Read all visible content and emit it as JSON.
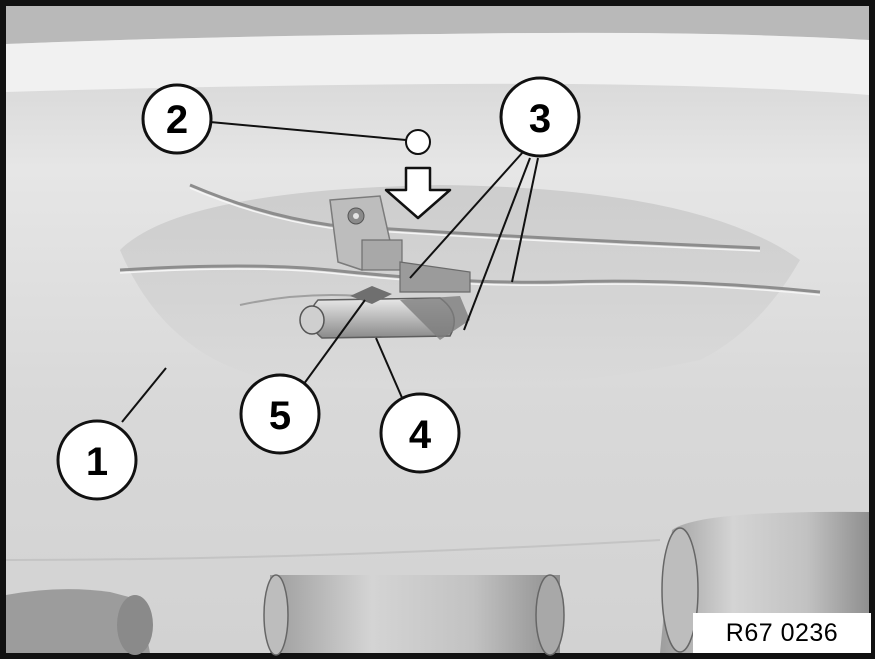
{
  "figure": {
    "reference_code": "R67 0236",
    "callouts": [
      {
        "id": "1",
        "label": "1"
      },
      {
        "id": "2",
        "label": "2"
      },
      {
        "id": "3",
        "label": "3"
      },
      {
        "id": "4",
        "label": "4"
      },
      {
        "id": "5",
        "label": "5"
      }
    ],
    "direction_arrow": "down-arrow-icon"
  }
}
